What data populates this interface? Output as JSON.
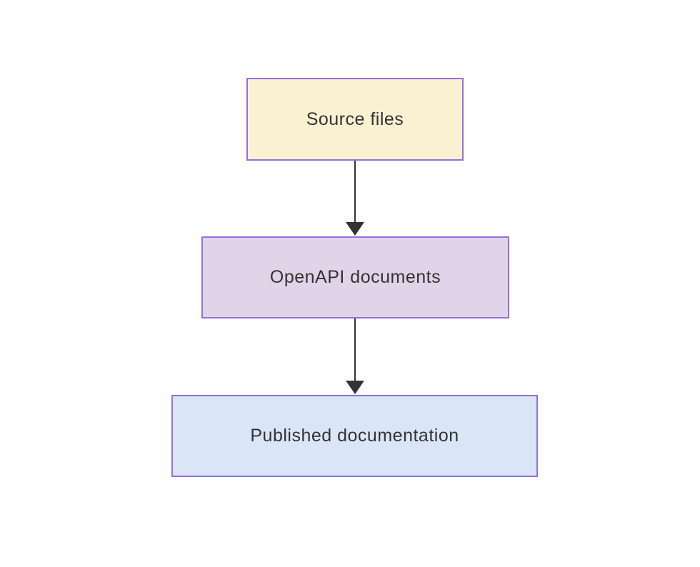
{
  "diagram": {
    "type": "flowchart-top-down",
    "nodes": [
      {
        "id": "source-files",
        "label": "Source files",
        "fill": "#faf1d3"
      },
      {
        "id": "openapi-documents",
        "label": "OpenAPI documents",
        "fill": "#e1d4e9"
      },
      {
        "id": "published-documentation",
        "label": "Published documentation",
        "fill": "#dbe5f8"
      }
    ],
    "edges": [
      {
        "from": "source-files",
        "to": "openapi-documents",
        "style": "arrow-down"
      },
      {
        "from": "openapi-documents",
        "to": "published-documentation",
        "style": "arrow-down"
      }
    ]
  },
  "colors": {
    "node_border": "#9370db",
    "arrow_color": "#333333",
    "text_color": "#333333",
    "background": "#ffffff"
  }
}
